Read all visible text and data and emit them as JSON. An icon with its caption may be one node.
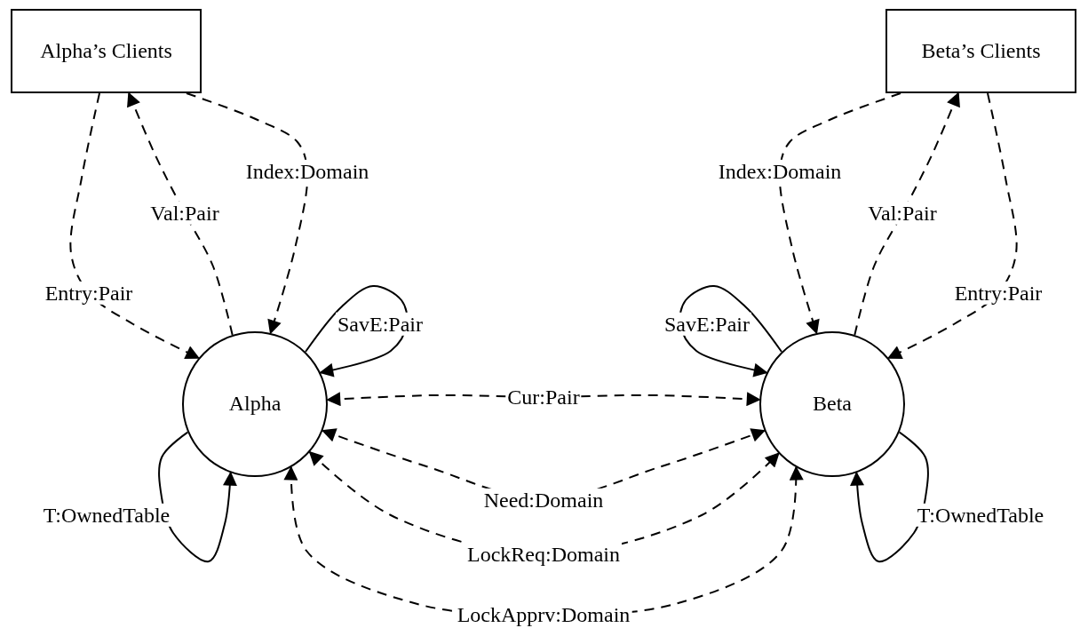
{
  "diagram": {
    "nodes": [
      {
        "text": [
          "Alpha’s Clients"
        ]
      },
      {
        "text": [
          "Beta’s Clients"
        ]
      },
      {
        "text": [
          "Alpha"
        ]
      },
      {
        "text": [
          "Beta"
        ]
      }
    ],
    "edges": [
      {
        "from": 0,
        "to": 2,
        "arrow": "to",
        "label": "Entry:Pair",
        "style": "dashed"
      },
      {
        "from": 2,
        "to": 0,
        "arrow": "to",
        "label": "Val:Pair",
        "style": "dashed"
      },
      {
        "from": 0,
        "to": 2,
        "arrow": "to",
        "label": "Index:Domain",
        "style": "dashed"
      },
      {
        "from": 1,
        "to": 3,
        "arrow": "to",
        "label": "Index:Domain",
        "style": "dashed"
      },
      {
        "from": 3,
        "to": 1,
        "arrow": "to",
        "label": "Val:Pair",
        "style": "dashed"
      },
      {
        "from": 1,
        "to": 3,
        "arrow": "to",
        "label": "Entry:Pair",
        "style": "dashed"
      },
      {
        "from": 2,
        "to": 2,
        "arrow": "to",
        "label": "SavE:Pair"
      },
      {
        "from": 3,
        "to": 3,
        "arrow": "to",
        "label": "SavE:Pair"
      },
      {
        "from": 2,
        "to": 2,
        "arrow": "to",
        "label": "T:OwnedTable"
      },
      {
        "from": 3,
        "to": 3,
        "arrow": "to",
        "label": "T:OwnedTable"
      },
      {
        "from": 2,
        "to": 3,
        "arrow": "both",
        "label": "Cur:Pair",
        "style": "dashed"
      },
      {
        "from": 2,
        "to": 3,
        "arrow": "both",
        "label": "Need:Domain",
        "style": "dashed"
      },
      {
        "from": 2,
        "to": 3,
        "arrow": "both",
        "label": "LockReq:Domain",
        "style": "dashed"
      },
      {
        "from": 2,
        "to": 3,
        "arrow": "both",
        "label": "LockApprv:Domain",
        "style": "dashed"
      }
    ]
  }
}
